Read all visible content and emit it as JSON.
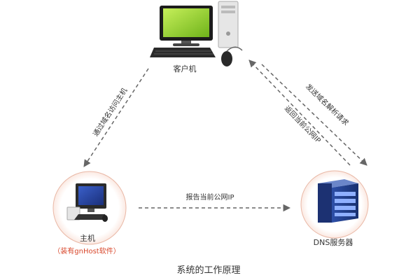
{
  "nodes": {
    "client": {
      "label": "客户机"
    },
    "host": {
      "label": "主机",
      "sublabel": "（装有gnHost软件）"
    },
    "dns": {
      "label": "DNS服务器"
    }
  },
  "edges": {
    "client_to_host": {
      "label": "通过域名访问主机"
    },
    "client_to_dns": {
      "label": "发送域名解析请求"
    },
    "dns_to_client": {
      "label": "返回当前公网IP"
    },
    "host_to_dns": {
      "label": "报告当前公网IP"
    }
  },
  "caption": "系统的工作原理",
  "colors": {
    "accent": "#e04a1f",
    "sublabel": "#d8462a",
    "arrow": "#666666",
    "screen": "#8fd12a"
  }
}
